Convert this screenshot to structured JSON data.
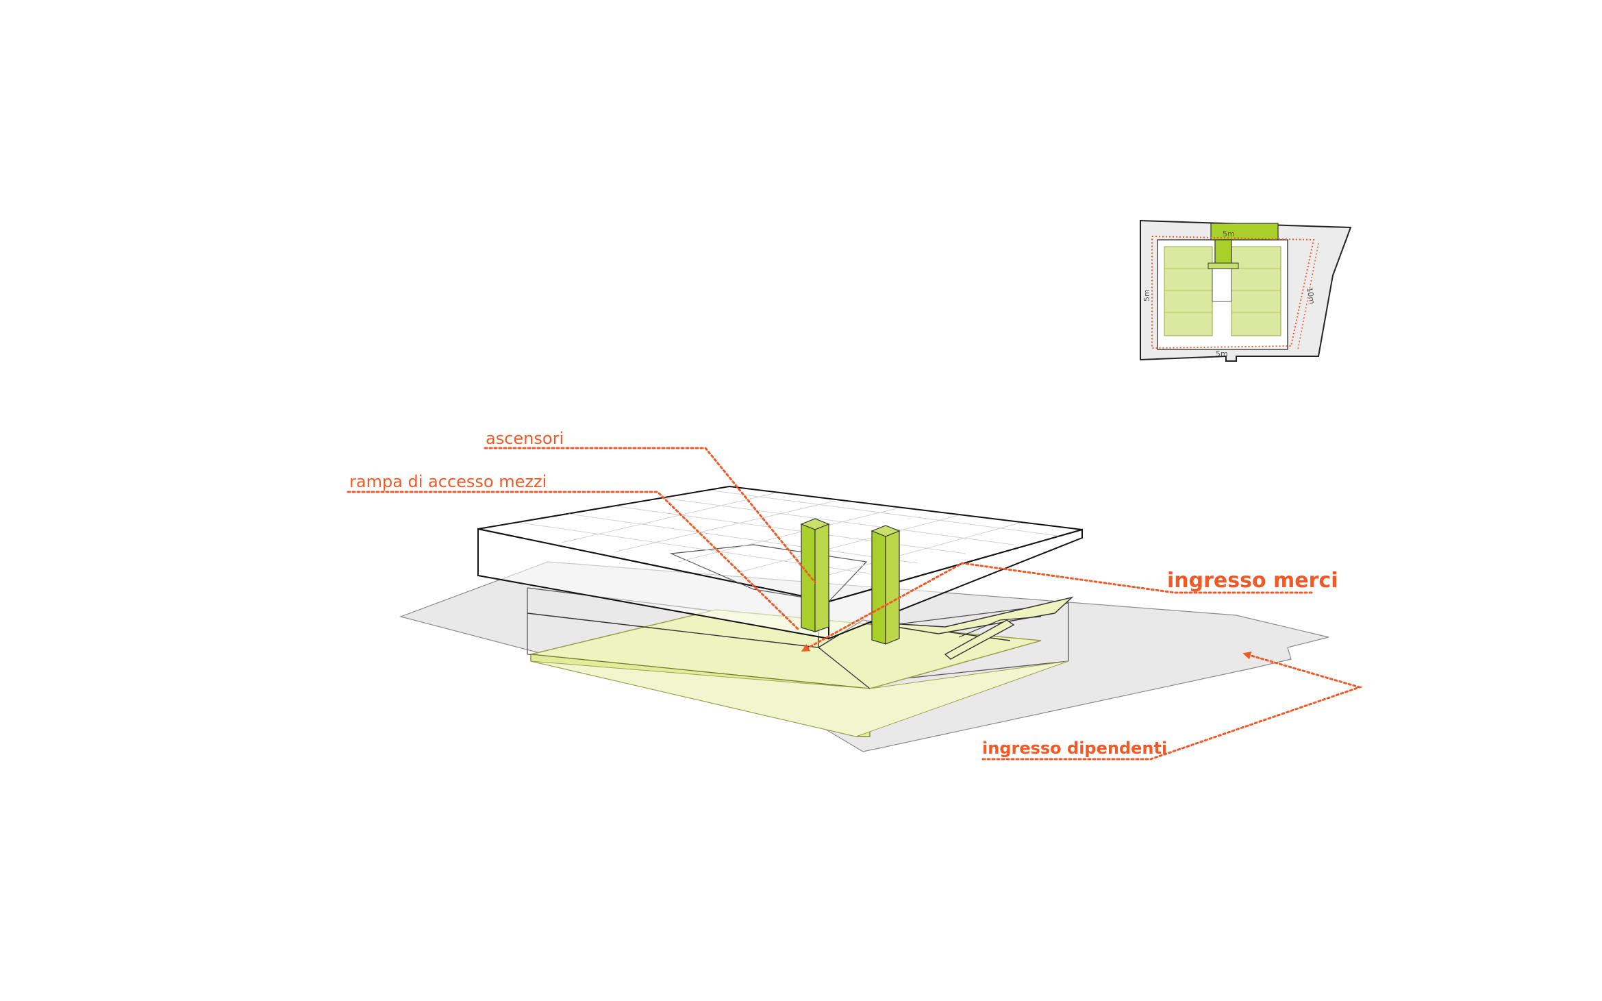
{
  "labels": {
    "ascensori": "ascensori",
    "rampa": "rampa di accesso mezzi",
    "ingresso_merci": "ingresso merci",
    "ingresso_dipendenti": "ingresso dipendenti"
  },
  "inset_plan": {
    "dim_top": "5m",
    "dim_left": "5m",
    "dim_bottom": "5m",
    "dim_right": "10m"
  },
  "colors": {
    "accent": "#f05a28",
    "green_fill": "#a8cf2a",
    "green_light": "#eef4c0",
    "ground": "#e9e9e9",
    "line": "#222222"
  }
}
